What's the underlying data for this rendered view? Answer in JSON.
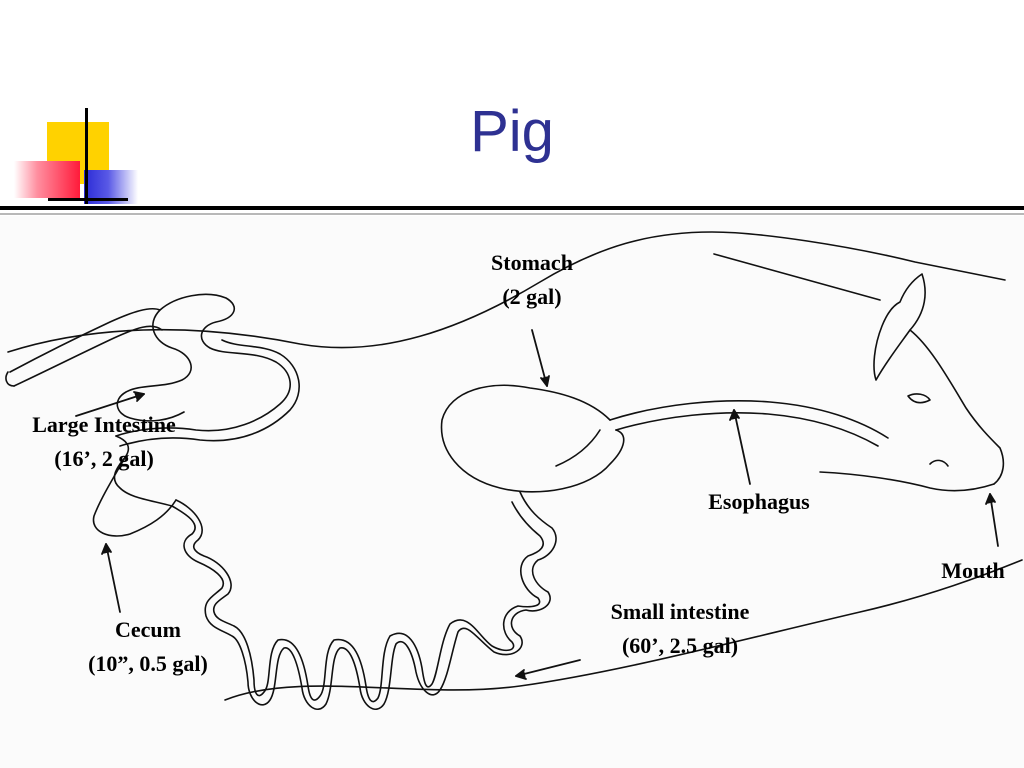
{
  "slide": {
    "title": "Pig"
  },
  "labels": {
    "stomach": {
      "name": "Stomach",
      "detail": "(2 gal)"
    },
    "large_intestine": {
      "name": "Large Intestine",
      "detail": "(16’, 2 gal)"
    },
    "esophagus": {
      "name": "Esophagus"
    },
    "mouth": {
      "name": "Mouth"
    },
    "cecum": {
      "name": "Cecum",
      "detail": "(10”, 0.5 gal)"
    },
    "small_intestine": {
      "name": "Small intestine",
      "detail": "(60’, 2.5 gal)"
    }
  },
  "colors": {
    "title": "#2e3192",
    "accent_yellow": "#ffd200",
    "accent_red": "#ff1a3a",
    "accent_blue": "#2a2ad6"
  }
}
